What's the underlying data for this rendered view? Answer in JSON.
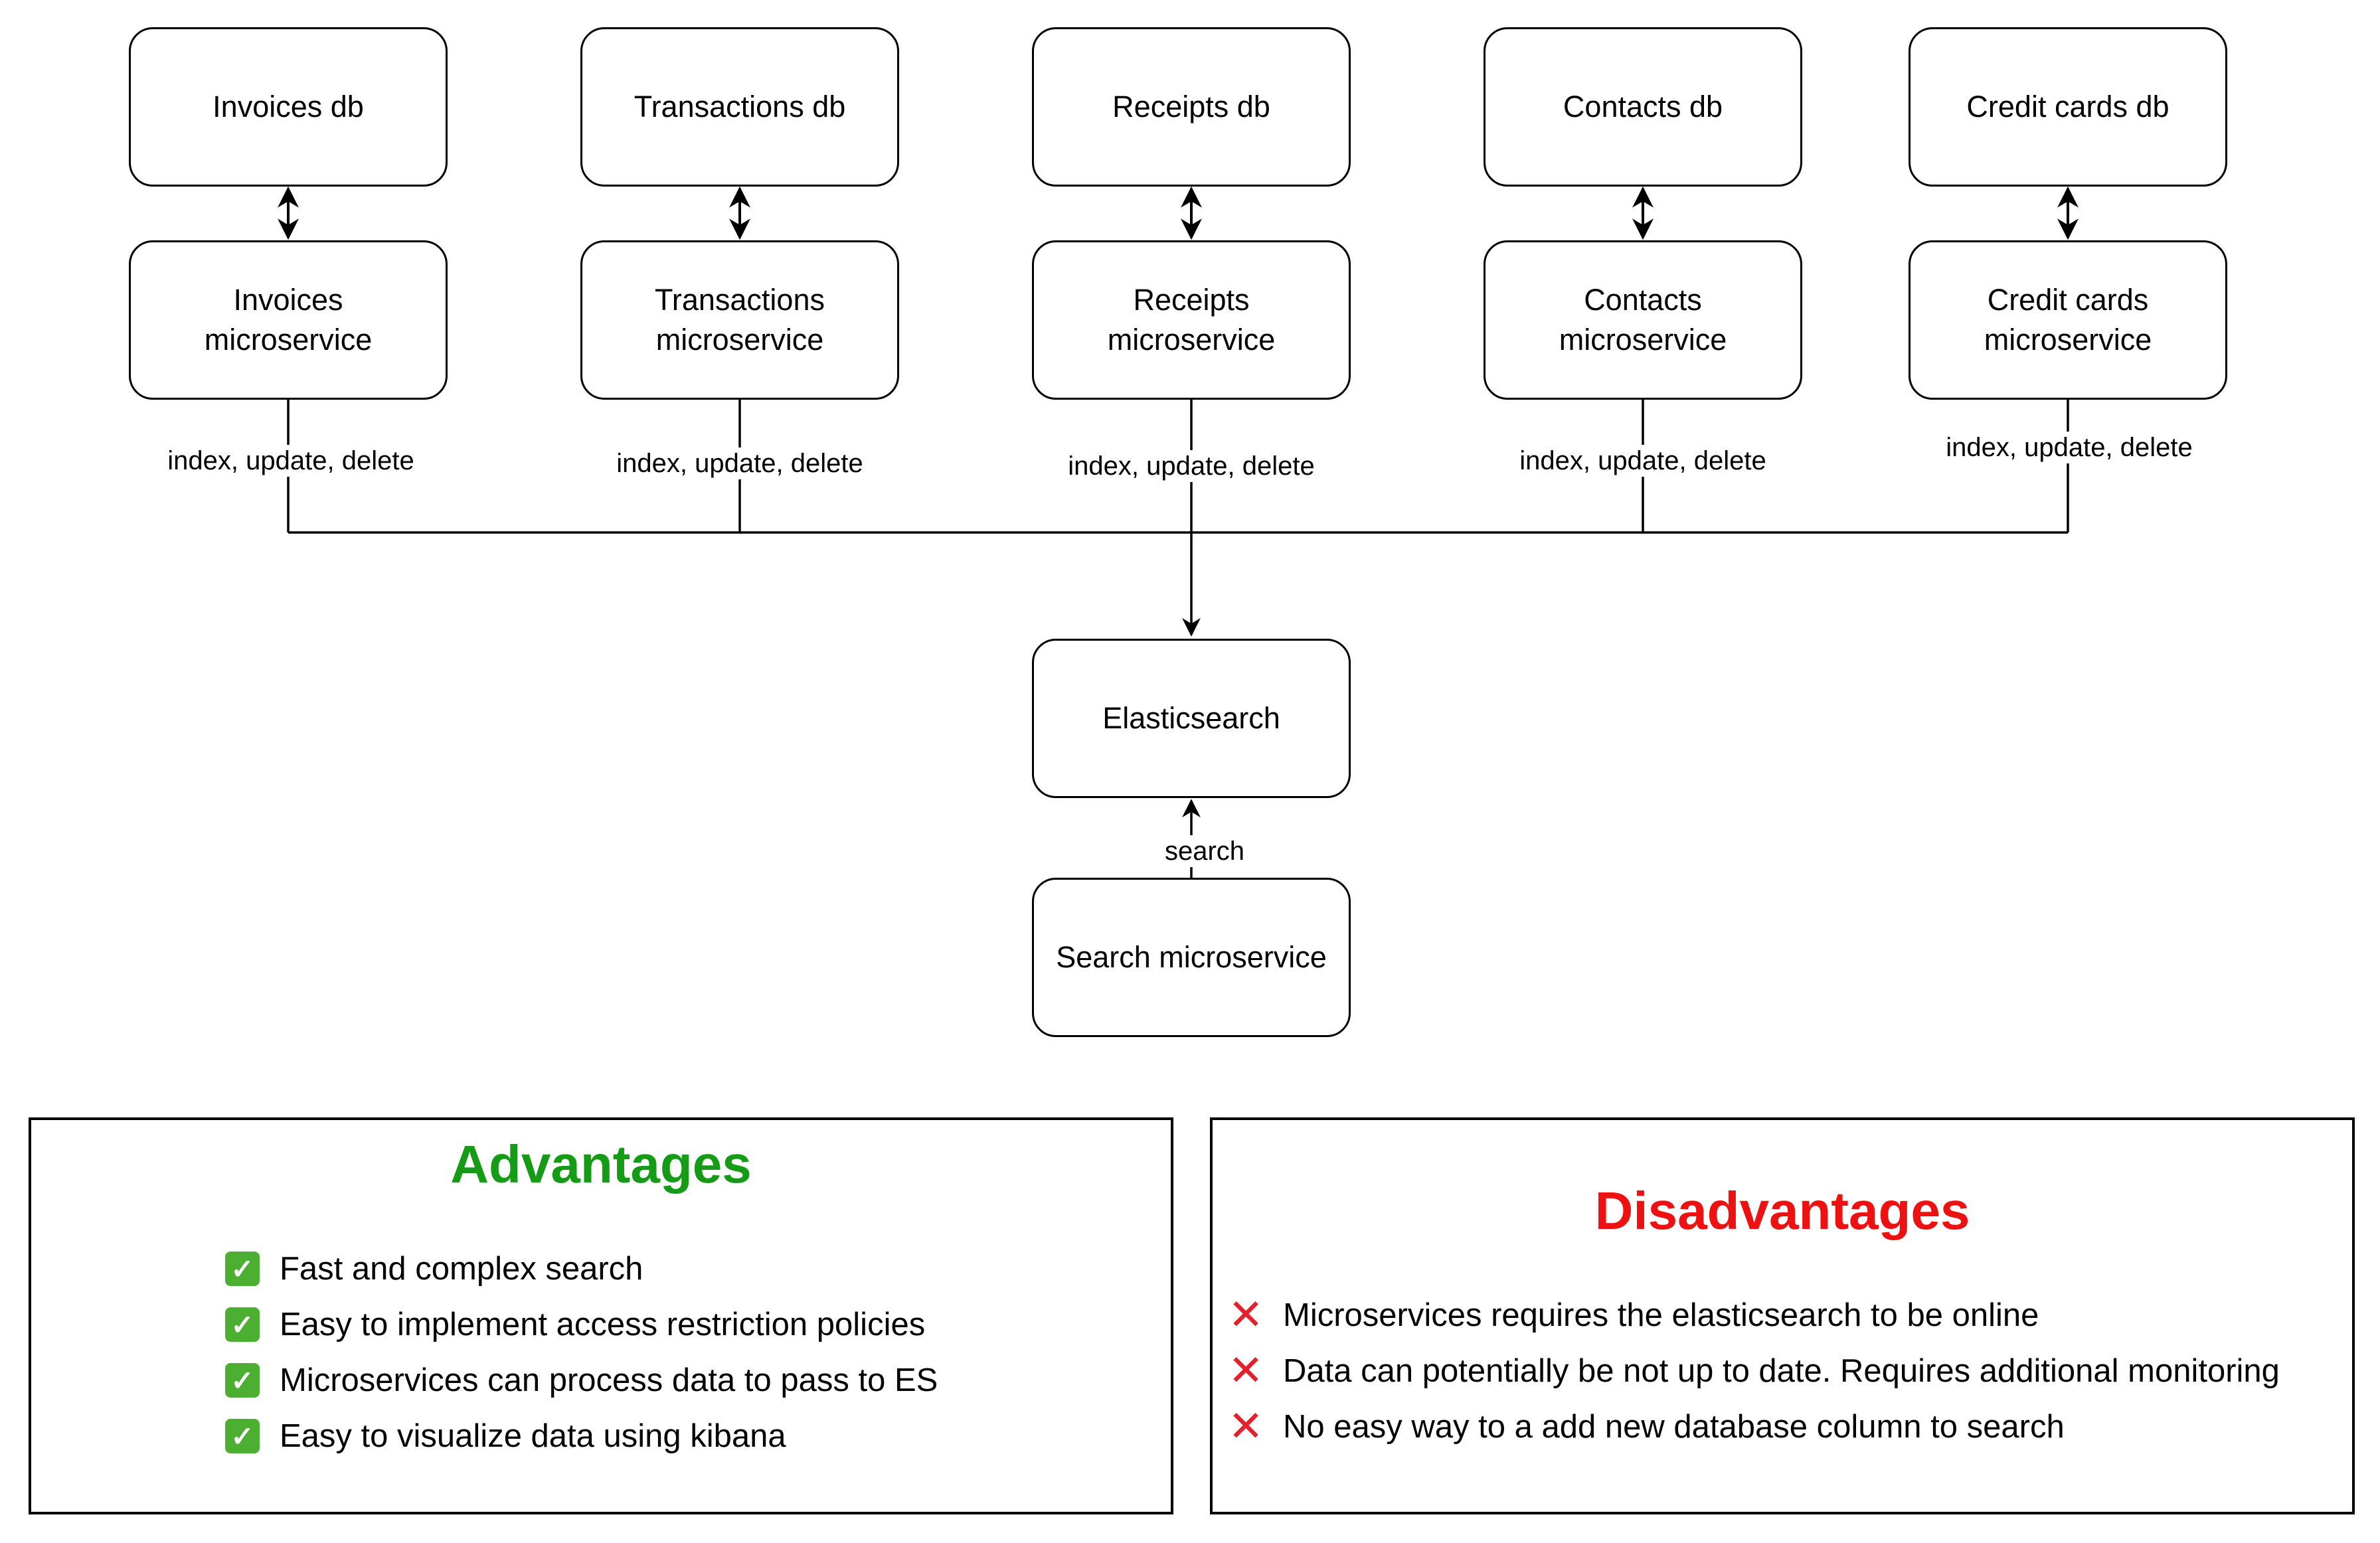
{
  "diagram": {
    "databases": [
      {
        "label": "Invoices db"
      },
      {
        "label": "Transactions db"
      },
      {
        "label": "Receipts db"
      },
      {
        "label": "Contacts db"
      },
      {
        "label": "Credit cards db"
      }
    ],
    "microservices": [
      {
        "label": "Invoices\nmicroservice"
      },
      {
        "label": "Transactions\nmicroservice"
      },
      {
        "label": "Receipts\nmicroservice"
      },
      {
        "label": "Contacts\nmicroservice"
      },
      {
        "label": "Credit cards\nmicroservice"
      }
    ],
    "edge_labels": [
      "index, update, delete",
      "index, update, delete",
      "index, update, delete",
      "index, update, delete",
      "index, update, delete"
    ],
    "elasticsearch": {
      "label": "Elasticsearch"
    },
    "search_service": {
      "label": "Search microservice"
    },
    "search_edge_label": "search"
  },
  "advantages": {
    "title": "Advantages",
    "title_color": "#159b15",
    "icon": "check-mark-icon",
    "items": [
      "Fast and complex search",
      "Easy to implement access restriction policies",
      "Microservices can process data to pass to ES",
      "Easy to visualize data using kibana"
    ]
  },
  "disadvantages": {
    "title": "Disadvantages",
    "title_color": "#ee1111",
    "icon": "cross-mark-icon",
    "items": [
      "Microservices requires the elasticsearch to be online",
      "Data can potentially be not up to date. Requires additional monitoring",
      "No easy way to a add new database column to search"
    ]
  }
}
